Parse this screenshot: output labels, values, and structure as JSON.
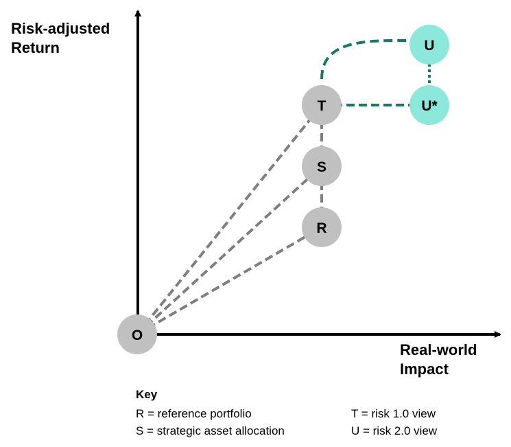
{
  "axes": {
    "y_label": "Risk-adjusted\nReturn",
    "x_label": "Real-world\nImpact"
  },
  "colors": {
    "grey_node": "#c0c0c0",
    "teal_node": "#8de8dc",
    "grey_link": "#7f7f7f",
    "teal_link": "#17786a",
    "axis": "#000000"
  },
  "nodes": [
    {
      "id": "O",
      "label": "O",
      "type": "grey"
    },
    {
      "id": "R",
      "label": "R",
      "type": "grey"
    },
    {
      "id": "S",
      "label": "S",
      "type": "grey"
    },
    {
      "id": "T",
      "label": "T",
      "type": "grey"
    },
    {
      "id": "Ustar",
      "label": "U*",
      "type": "teal"
    },
    {
      "id": "U",
      "label": "U",
      "type": "teal"
    }
  ],
  "links": [
    {
      "from": "O",
      "to": "R",
      "style": "grey-dashed"
    },
    {
      "from": "O",
      "to": "S",
      "style": "grey-dashed"
    },
    {
      "from": "O",
      "to": "T",
      "style": "grey-dashed"
    },
    {
      "from": "R",
      "to": "S",
      "style": "grey-dashed"
    },
    {
      "from": "S",
      "to": "T",
      "style": "grey-dashed"
    },
    {
      "from": "T",
      "to": "Ustar",
      "style": "teal-dashed"
    },
    {
      "from": "Ustar",
      "to": "U",
      "style": "teal-dotted"
    },
    {
      "from": "T",
      "to": "U",
      "style": "teal-dashed-curve"
    }
  ],
  "key": {
    "title": "Key",
    "items": [
      {
        "text": "R = reference portfolio"
      },
      {
        "text": "S = strategic asset allocation"
      },
      {
        "text": "T = risk 1.0 view"
      },
      {
        "text": "U = risk 2.0 view"
      }
    ]
  }
}
